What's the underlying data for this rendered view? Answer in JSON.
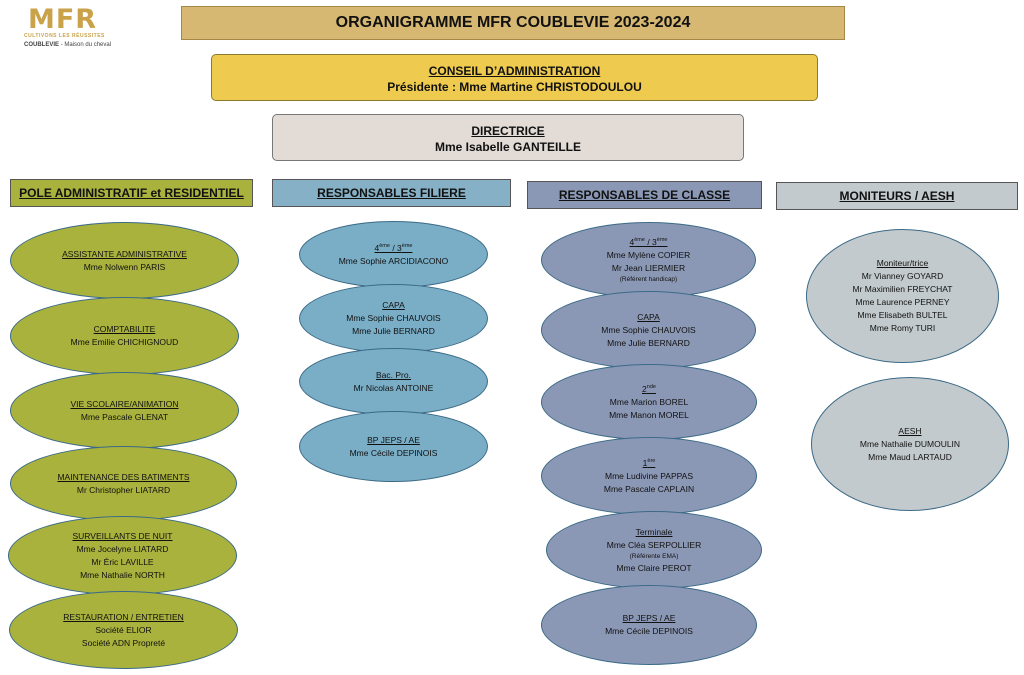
{
  "logo": {
    "mfr": "MFR",
    "tagline": "CULTIVONS LES RÉUSSITES",
    "location": "COUBLEVIE",
    "location_sub": "- Maison du cheval"
  },
  "title": "ORGANIGRAMME MFR COUBLEVIE 2023-2024",
  "council": {
    "heading": "CONSEIL D’ADMINISTRATION",
    "president": "Présidente : Mme Martine CHRISTODOULOU"
  },
  "director": {
    "heading": "DIRECTRICE",
    "name": "Mme Isabelle GANTEILLE"
  },
  "columns": {
    "admin": {
      "header": "POLE ADMINISTRATIF et RESIDENTIEL",
      "items": [
        {
          "title": "ASSISTANTE ADMINISTRATIVE",
          "lines": [
            "Mme Nolwenn PARIS"
          ]
        },
        {
          "title": "COMPTABILITE",
          "lines": [
            "Mme Emilie CHICHIGNOUD"
          ]
        },
        {
          "title": "VIE SCOLAIRE/ANIMATION",
          "lines": [
            "Mme Pascale GLENAT"
          ]
        },
        {
          "title": "MAINTENANCE DES BATIMENTS",
          "lines": [
            "Mr Christopher LIATARD"
          ]
        },
        {
          "title": "SURVEILLANTS DE NUIT",
          "lines": [
            "Mme Jocelyne LIATARD",
            "Mr Éric LAVILLE",
            "Mme Nathalie NORTH"
          ]
        },
        {
          "title": "RESTAURATION / ENTRETIEN",
          "lines": [
            "Société ELIOR",
            "Société ADN Propreté"
          ]
        }
      ]
    },
    "filiere": {
      "header": "RESPONSABLES FILIERE",
      "items": [
        {
          "title_base1": "4",
          "title_sup1": "ème",
          "title_sep": " / 3",
          "title_sup2": "ème",
          "lines": [
            "Mme Sophie ARCIDIACONO"
          ]
        },
        {
          "title": "CAPA",
          "lines": [
            "Mme Sophie CHAUVOIS",
            "Mme Julie BERNARD"
          ]
        },
        {
          "title": "Bac. Pro.",
          "lines": [
            "Mr Nicolas ANTOINE"
          ]
        },
        {
          "title": "BP JEPS / AE",
          "lines": [
            "Mme Cécile DEPINOIS"
          ]
        }
      ]
    },
    "classe": {
      "header": "RESPONSABLES DE CLASSE",
      "items": [
        {
          "title_base1": "4",
          "title_sup1": "ème",
          "title_sep": " / 3",
          "title_sup2": "ème",
          "lines": [
            "Mme Mylène COPIER",
            "Mr Jean LIERMIER"
          ],
          "note": "(Référent handicap)"
        },
        {
          "title": "CAPA",
          "lines": [
            "Mme Sophie CHAUVOIS",
            "Mme Julie BERNARD"
          ]
        },
        {
          "title_base1": "2",
          "title_sup1": "nde",
          "lines": [
            "Mme Marion BOREL",
            "Mme Manon MOREL"
          ]
        },
        {
          "title_base1": "1",
          "title_sup1": "ère",
          "lines": [
            "Mme Ludivine PAPPAS",
            "Mme Pascale CAPLAIN"
          ]
        },
        {
          "title": "Terminale",
          "lines": [
            "Mme Cléa SERPOLLIER"
          ],
          "note": "(Référente  EMA)",
          "lines2": [
            "Mme Claire PEROT"
          ]
        },
        {
          "title": "BP JEPS / AE",
          "lines": [
            "Mme Cécile DEPINOIS"
          ]
        }
      ]
    },
    "moniteurs": {
      "header": "MONITEURS / AESH",
      "items": [
        {
          "title": "Moniteur/trice",
          "lines": [
            "Mr Vianney GOYARD",
            "Mr Maximilien FREYCHAT",
            "Mme Laurence PERNEY",
            "Mme Elisabeth BULTEL",
            "Mme Romy TURI"
          ]
        },
        {
          "title": "AESH",
          "lines": [
            "Mme Nathalie DUMOULIN",
            "Mme Maud LARTAUD"
          ]
        }
      ]
    }
  },
  "colors": {
    "admin": "#a9b23d",
    "filiere": "#7aaec6",
    "classe": "#8b98b5",
    "moniteurs": "#c3cacd",
    "council": "#eeca4f",
    "title": "#d6b872",
    "director": "#e2dbd6"
  }
}
